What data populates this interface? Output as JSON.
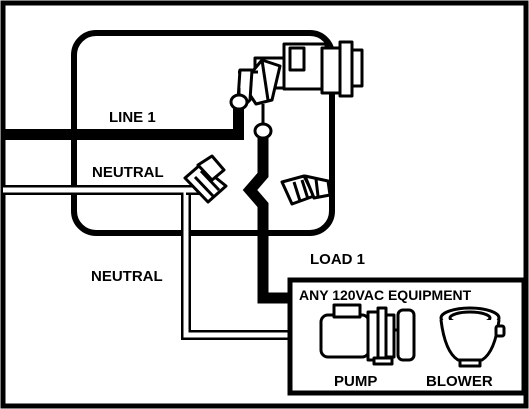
{
  "labels": {
    "line1": "LINE 1",
    "neutral_top": "NEUTRAL",
    "neutral_bottom": "NEUTRAL",
    "load1": "LOAD 1",
    "equipment": "ANY 120VAC EQUIPMENT",
    "pump": "PUMP",
    "blower": "BLOWER"
  }
}
